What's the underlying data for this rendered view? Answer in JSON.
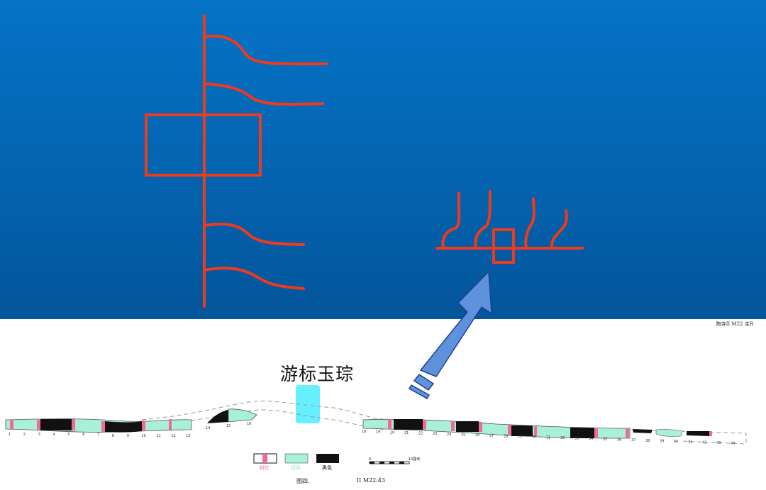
{
  "diagram": {
    "caption_label": "游标玉琮",
    "reference_label": "陶寺II M22 圭R",
    "figure_caption": "图四.",
    "specimen_id": "II M22:43",
    "scale_label": "10厘米",
    "scale_zero": "0",
    "legend": [
      {
        "name": "legend-pink",
        "label": "粉红",
        "label_color": "#e77aa2"
      },
      {
        "name": "legend-green",
        "label": "绿色",
        "label_color": "#8fe3cc"
      },
      {
        "name": "legend-black",
        "label": "黑色",
        "label_color": "#111111"
      }
    ],
    "segment_numbers_left": [
      "1",
      "2",
      "3",
      "4",
      "5",
      "6",
      "7",
      "8",
      "9",
      "10",
      "11",
      "12",
      "13"
    ],
    "segment_numbers_mid": [
      "14",
      "15",
      "16"
    ],
    "segment_numbers_right": [
      "18",
      "19",
      "20",
      "21",
      "22",
      "23",
      "24",
      "25",
      "26",
      "27",
      "28",
      "29",
      "30",
      "31",
      "32",
      "33",
      "34",
      "35",
      "36",
      "37",
      "38",
      "39",
      "40",
      "41",
      "42",
      "43",
      "44"
    ],
    "colors": {
      "top_background": "#0468b9",
      "red_line": "#ef3a1d",
      "arrow_fill": "#5e92dd",
      "arrow_stroke": "#1f3f8f",
      "cyan_marker": "#66f0ff",
      "green_segment": "#a8f0d8",
      "pink_segment": "#ef6b96",
      "black_segment": "#111111"
    }
  }
}
